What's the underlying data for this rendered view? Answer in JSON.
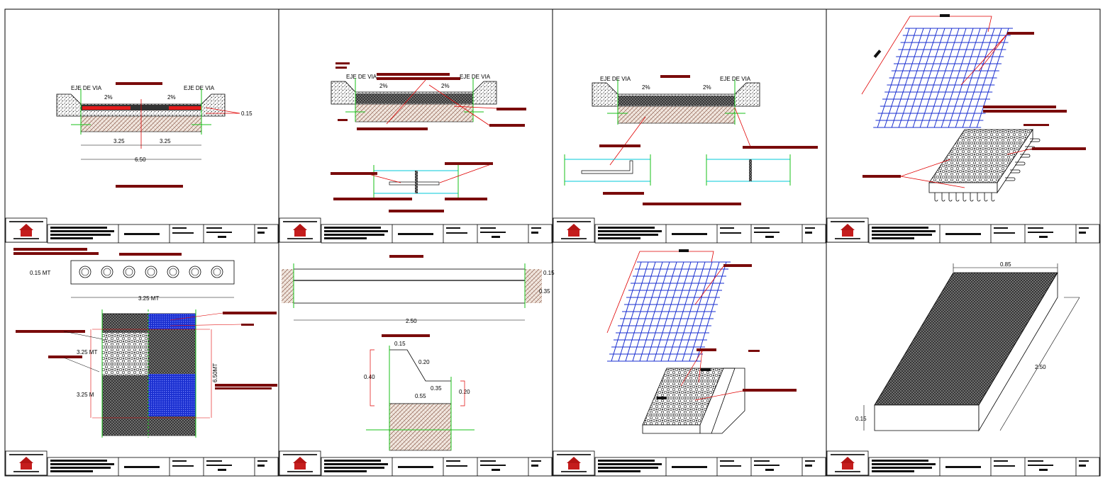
{
  "sheet1": {
    "road_axis_left": "EJE DE VIA",
    "road_axis_right": "EJE DE VIA",
    "slope_left": "2%",
    "slope_right": "2%",
    "dim_thickness": "0.15",
    "dim_half_left": "3.25",
    "dim_half_right": "3.25",
    "dim_total": "6.50"
  },
  "sheet2": {
    "road_axis_left": "EJE DE VIA",
    "road_axis_right": "EJE DE VIA",
    "slope_left": "2%",
    "slope_right": "2%"
  },
  "sheet3": {
    "road_axis_left": "EJE DE VIA",
    "road_axis_right": "EJE DE VIA",
    "slope_left": "2%",
    "slope_right": "2%"
  },
  "sheet5": {
    "slab_thickness": "0.15 MT",
    "slab_width": "3.25 MT",
    "plan_dim_upper": "3.25 MT",
    "plan_dim_lower": "3.25 M",
    "plan_total": "6.50MT"
  },
  "sheet6": {
    "dim_top": "0.15",
    "dim_mid": "0.35",
    "dim_length": "2.50",
    "curb_top": "0.15",
    "curb_slope": "0.20",
    "curb_height": "0.40",
    "curb_step": "0.35",
    "curb_base": "0.55",
    "curb_right": "0.20"
  },
  "sheet8": {
    "dim_width": "0.85",
    "dim_length": "2.50",
    "dim_thickness": "0.15"
  },
  "colors": {
    "redaction": "#7a0b0b",
    "rebar_blue": "#1a2fd0",
    "axis_green": "#18c218",
    "leader_red": "#e00000",
    "cyan": "#00c8d8"
  }
}
